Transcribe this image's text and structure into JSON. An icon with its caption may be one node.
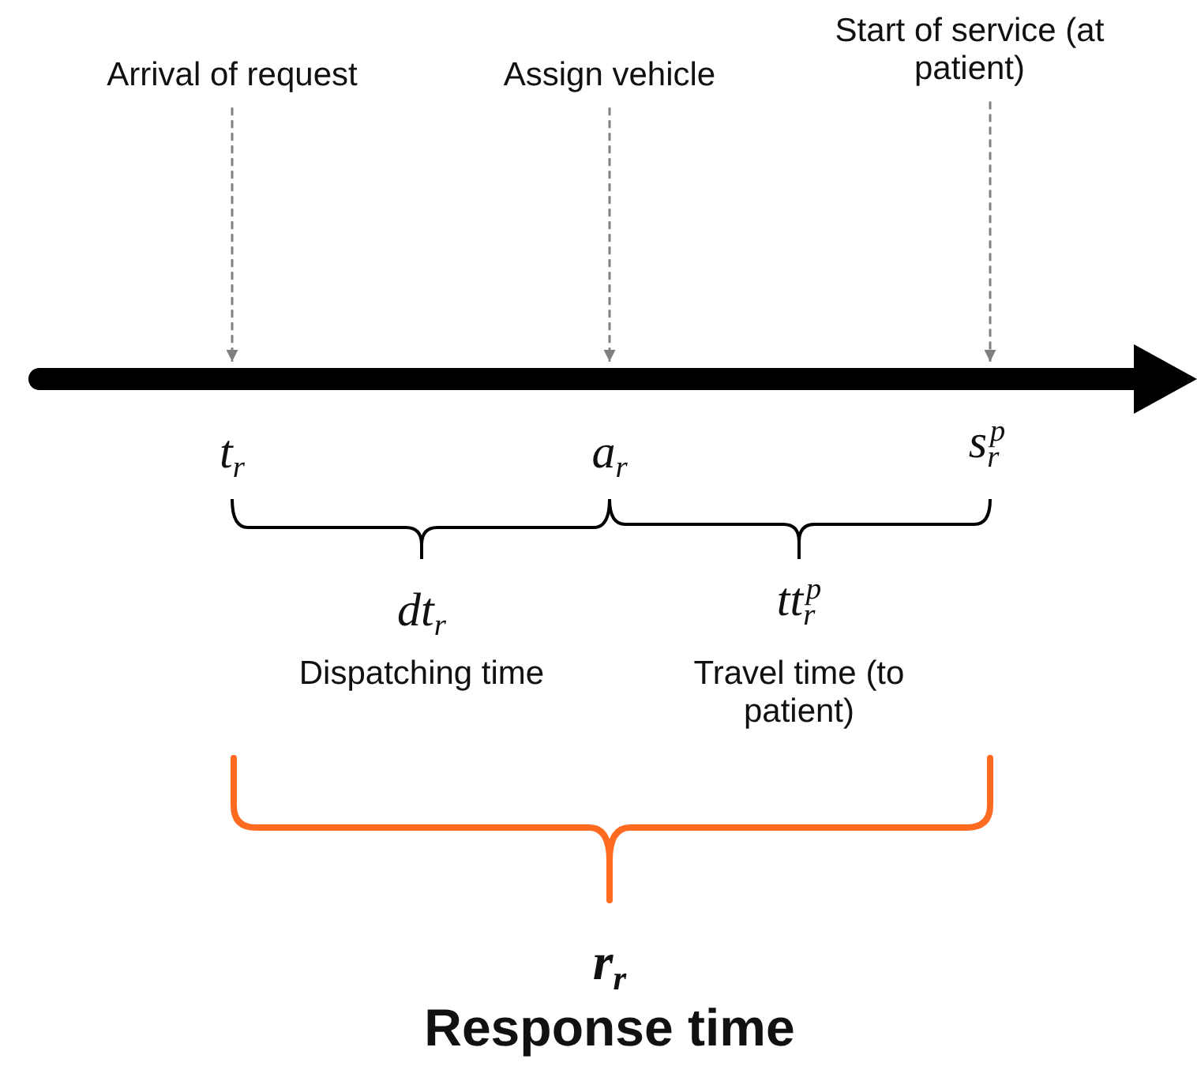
{
  "diagram": {
    "nodes": [
      {
        "text": [
          "Arrival of request"
        ]
      },
      {
        "text": [
          "Assign vehicle"
        ]
      },
      {
        "text": [
          "Start of service (at patient)"
        ]
      }
    ],
    "edges": [
      {
        "from": 0,
        "to": null,
        "arrow": "to",
        "style": "dashed"
      },
      {
        "from": 1,
        "to": null,
        "arrow": "to",
        "style": "dashed"
      },
      {
        "from": 2,
        "to": null,
        "arrow": "to",
        "style": "dashed"
      }
    ],
    "labels": [
      "t$_{r}$",
      "a$_{r}$",
      "s$_{r}$$^{p}$",
      "dt$_{r}$",
      "Dispatching time",
      "tt$_{r}$$^{p}$",
      "Travel time (to patient)",
      "r$_{r}$",
      "Response time"
    ]
  }
}
